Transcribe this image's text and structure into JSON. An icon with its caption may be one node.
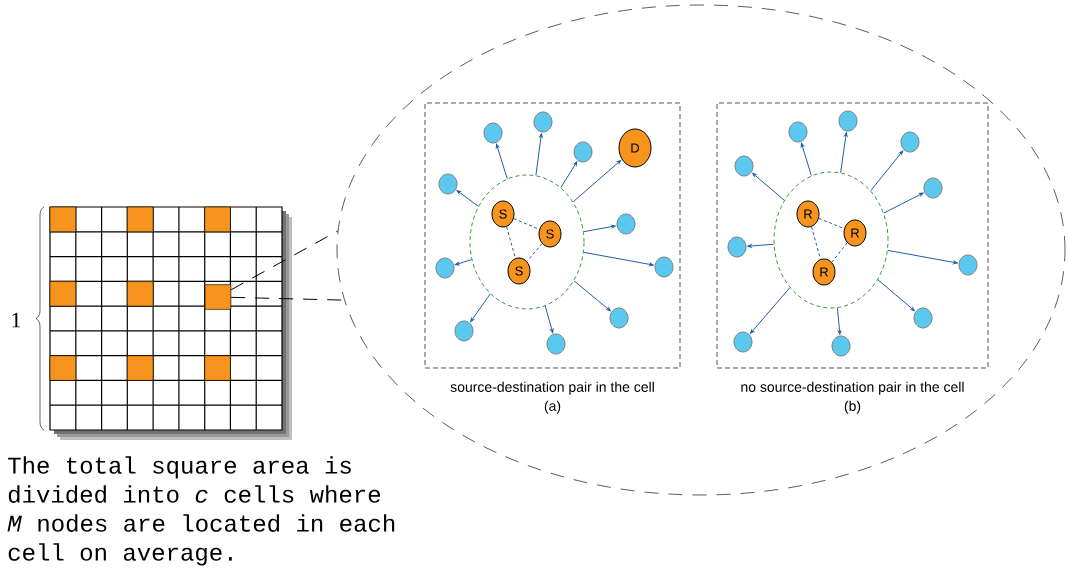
{
  "diagram": {
    "nodes": [
      {
        "text": [],
        "shape": "box"
      },
      {
        "text": [],
        "shape": "box",
        "in": 0
      },
      {
        "text": [],
        "shape": "ellipse"
      },
      {
        "text": [
          "source-destination pair in the cell",
          "(a)"
        ],
        "in": 2
      },
      {
        "text": [],
        "shape": "circle",
        "in": 3
      },
      {
        "text": [
          "S"
        ],
        "in": 4
      },
      {
        "text": [
          "S"
        ],
        "in": 4
      },
      {
        "text": [
          "S"
        ],
        "in": 4
      },
      {
        "text": [
          "D"
        ],
        "in": 3
      },
      {
        "text": [],
        "shape": "circle",
        "in": 3
      },
      {
        "text": [],
        "shape": "circle",
        "in": 3
      },
      {
        "text": [],
        "shape": "circle",
        "in": 3
      },
      {
        "text": [],
        "shape": "circle",
        "in": 3
      },
      {
        "text": [],
        "shape": "circle",
        "in": 3
      },
      {
        "text": [],
        "shape": "circle",
        "in": 3
      },
      {
        "text": [],
        "shape": "circle",
        "in": 3
      },
      {
        "text": [],
        "shape": "circle",
        "in": 3
      },
      {
        "text": [],
        "shape": "circle",
        "in": 3
      },
      {
        "text": [],
        "shape": "circle",
        "in": 3
      },
      {
        "text": [
          "no source-destination pair in the cell",
          "(b)"
        ],
        "in": 2
      },
      {
        "text": [],
        "shape": "circle",
        "in": 19
      },
      {
        "text": [
          "R"
        ],
        "in": 20
      },
      {
        "text": [
          "R"
        ],
        "in": 20
      },
      {
        "text": [
          "R"
        ],
        "in": 20
      },
      {
        "text": [],
        "shape": "circle",
        "in": 19
      },
      {
        "text": [],
        "shape": "circle",
        "in": 19
      },
      {
        "text": [],
        "shape": "circle",
        "in": 19
      },
      {
        "text": [],
        "shape": "circle",
        "in": 19
      },
      {
        "text": [],
        "shape": "circle",
        "in": 19
      },
      {
        "text": [],
        "shape": "circle",
        "in": 19
      },
      {
        "text": [],
        "shape": "circle",
        "in": 19
      },
      {
        "text": [],
        "shape": "circle",
        "in": 19
      },
      {
        "text": [],
        "shape": "circle",
        "in": 19
      },
      {
        "text": [],
        "shape": "circle",
        "in": 19
      }
    ],
    "edges": [
      {
        "from": 1,
        "to": 2,
        "arrow": "none",
        "style": "dashed",
        "color": "#000000"
      },
      {
        "from": 1,
        "to": 2,
        "arrow": "none",
        "style": "dashed",
        "color": "#000000"
      },
      {
        "from": 5,
        "to": 6,
        "arrow": "none",
        "style": "dashed"
      },
      {
        "from": 5,
        "to": 7,
        "arrow": "none",
        "style": "dashed"
      },
      {
        "from": 6,
        "to": 7,
        "arrow": "none",
        "style": "dashed"
      },
      {
        "from": 4,
        "to": 9,
        "arrow": "to"
      },
      {
        "from": 4,
        "to": 10,
        "arrow": "to"
      },
      {
        "from": 4,
        "to": 11,
        "arrow": "to"
      },
      {
        "from": 4,
        "to": 8,
        "arrow": "to"
      },
      {
        "from": 4,
        "to": 12,
        "arrow": "to"
      },
      {
        "from": 4,
        "to": 13,
        "arrow": "to"
      },
      {
        "from": 4,
        "to": 14,
        "arrow": "to"
      },
      {
        "from": 4,
        "to": 15,
        "arrow": "to"
      },
      {
        "from": 4,
        "to": 16,
        "arrow": "to"
      },
      {
        "from": 4,
        "to": 17,
        "arrow": "to"
      },
      {
        "from": 4,
        "to": 18,
        "arrow": "to"
      },
      {
        "from": 21,
        "to": 22,
        "arrow": "none",
        "style": "dashed"
      },
      {
        "from": 21,
        "to": 23,
        "arrow": "none",
        "style": "dashed"
      },
      {
        "from": 22,
        "to": 23,
        "arrow": "none",
        "style": "dashed"
      },
      {
        "from": 20,
        "to": 24,
        "arrow": "to"
      },
      {
        "from": 20,
        "to": 25,
        "arrow": "to"
      },
      {
        "from": 20,
        "to": 26,
        "arrow": "to"
      },
      {
        "from": 20,
        "to": 27,
        "arrow": "to"
      },
      {
        "from": 20,
        "to": 28,
        "arrow": "to"
      },
      {
        "from": 20,
        "to": 29,
        "arrow": "to"
      },
      {
        "from": 20,
        "to": 30,
        "arrow": "to"
      },
      {
        "from": 20,
        "to": 31,
        "arrow": "to"
      },
      {
        "from": 20,
        "to": 32,
        "arrow": "to"
      },
      {
        "from": 20,
        "to": 33,
        "arrow": "to"
      }
    ],
    "labels": [
      "1",
      "The total square area is divided into *c* cells where *M* nodes are located in each cell on average."
    ]
  }
}
